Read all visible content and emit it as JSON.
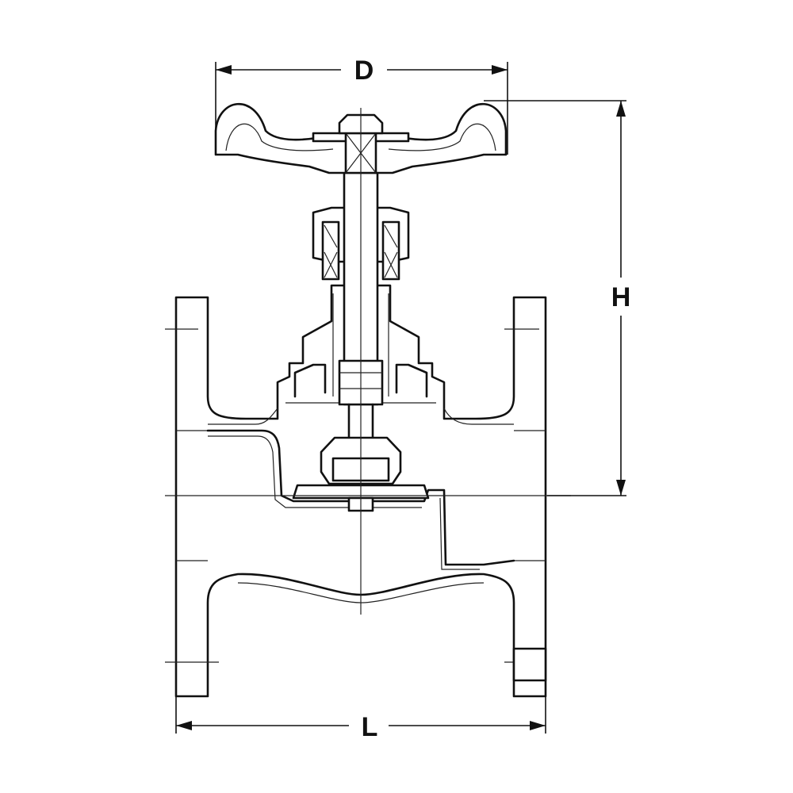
{
  "dimensions": {
    "top_width": "D",
    "height": "H",
    "length": "L"
  },
  "colors": {
    "line": "#111111",
    "background": "#ffffff"
  },
  "components": [
    "handwheel",
    "stem",
    "gland-packing",
    "bonnet",
    "disc",
    "seat",
    "body",
    "inlet-flange",
    "outlet-flange"
  ]
}
